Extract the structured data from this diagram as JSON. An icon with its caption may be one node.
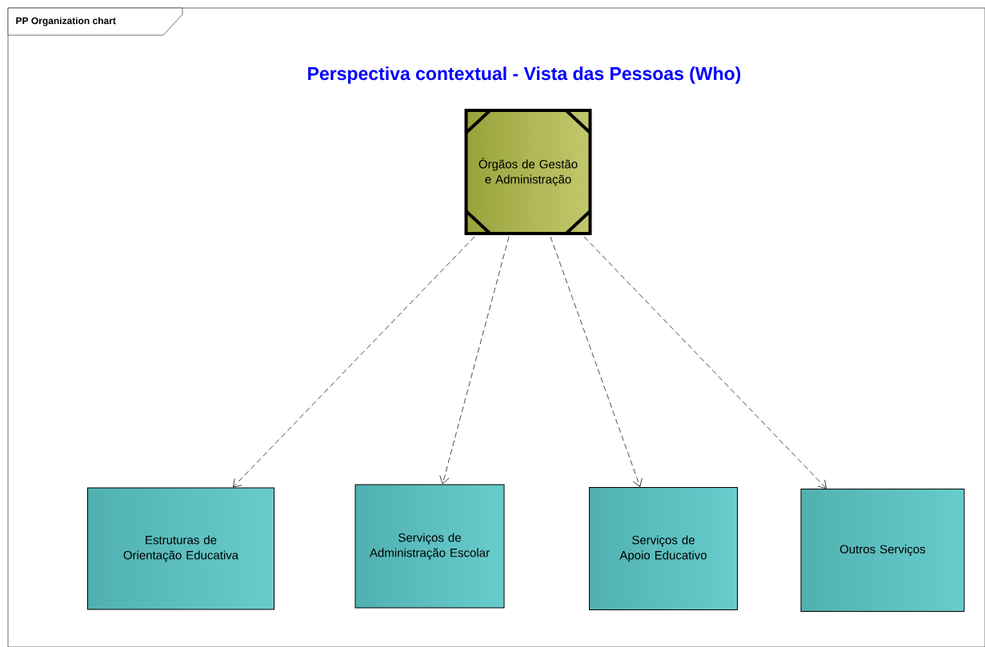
{
  "diagram": {
    "title": "Perspectiva contextual - Vista das Pessoas (Who)",
    "nodes": [
      {
        "text": [
          "Órgãos de Gestão e Administração"
        ]
      },
      {
        "text": [
          "Estruturas de Orientação Educativa"
        ]
      },
      {
        "text": [
          "Serviços de Administração Escolar"
        ]
      },
      {
        "text": [
          "Serviços de Apoio Educativo"
        ]
      },
      {
        "text": [
          "Outros Serviços"
        ]
      }
    ],
    "edges": [
      {
        "from": 0,
        "to": 1,
        "arrow": "to",
        "style": "dashed"
      },
      {
        "from": 0,
        "to": 2,
        "arrow": "to",
        "style": "dashed"
      },
      {
        "from": 0,
        "to": 3,
        "arrow": "to",
        "style": "dashed"
      },
      {
        "from": 0,
        "to": 4,
        "arrow": "to",
        "style": "dashed"
      }
    ],
    "labels": [
      "PP Organization chart"
    ]
  }
}
